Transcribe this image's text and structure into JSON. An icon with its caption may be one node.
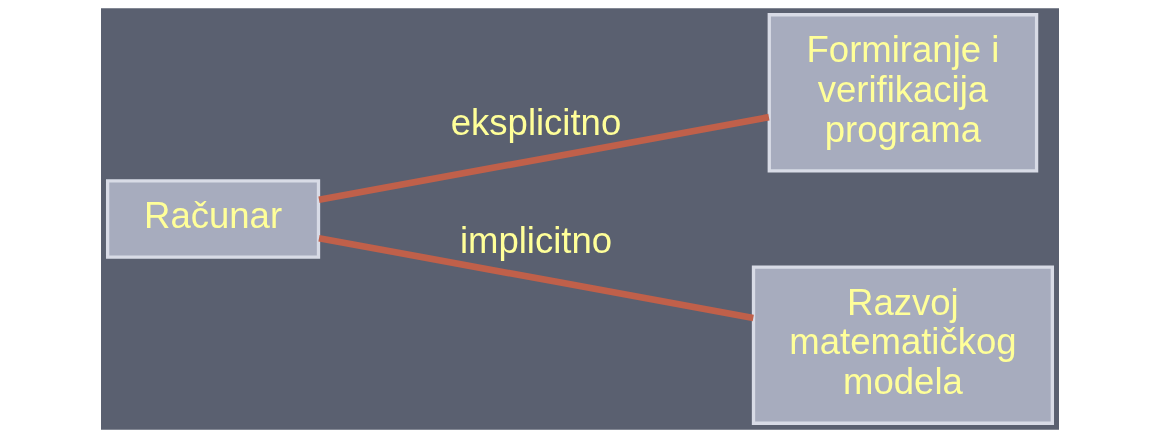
{
  "diagram": {
    "nodes": [
      {
        "text": [
          "Računar"
        ]
      },
      {
        "text": [
          "Formiranje i verifikacija programa"
        ]
      },
      {
        "text": [
          "Razvoj matematičkog modela"
        ]
      }
    ],
    "edges": [
      {
        "from": 0,
        "to": 1,
        "arrow": "none",
        "label": "eksplicitno"
      },
      {
        "from": 0,
        "to": 2,
        "arrow": "none",
        "label": "implicitno"
      }
    ]
  }
}
